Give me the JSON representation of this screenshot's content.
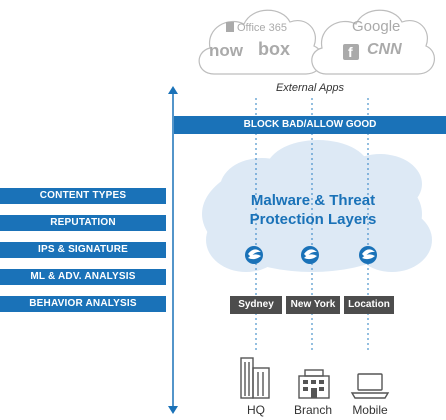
{
  "external_apps": {
    "caption": "External Apps",
    "left_cloud": {
      "office": "Office 365",
      "now": "now",
      "box": "box"
    },
    "right_cloud": {
      "google": "Google",
      "facebook": "f",
      "cnn": "CNN"
    }
  },
  "block_bar": "BLOCK BAD/ALLOW GOOD",
  "cloud_title": [
    "Malware & Threat",
    "Protection Layers"
  ],
  "layers": [
    "CONTENT TYPES",
    "REPUTATION",
    "IPS & SIGNATURE",
    "ML & ADV. ANALYSIS",
    "BEHAVIOR ANALYSIS"
  ],
  "locations": [
    "Sydney",
    "New York",
    "Location"
  ],
  "sites": [
    "HQ",
    "Branch",
    "Mobile"
  ],
  "colors": {
    "brand_blue": "#1a72b8",
    "cloud": "#dde9f5",
    "location_bar": "#4d4d4d",
    "icon_gray": "#555555"
  }
}
